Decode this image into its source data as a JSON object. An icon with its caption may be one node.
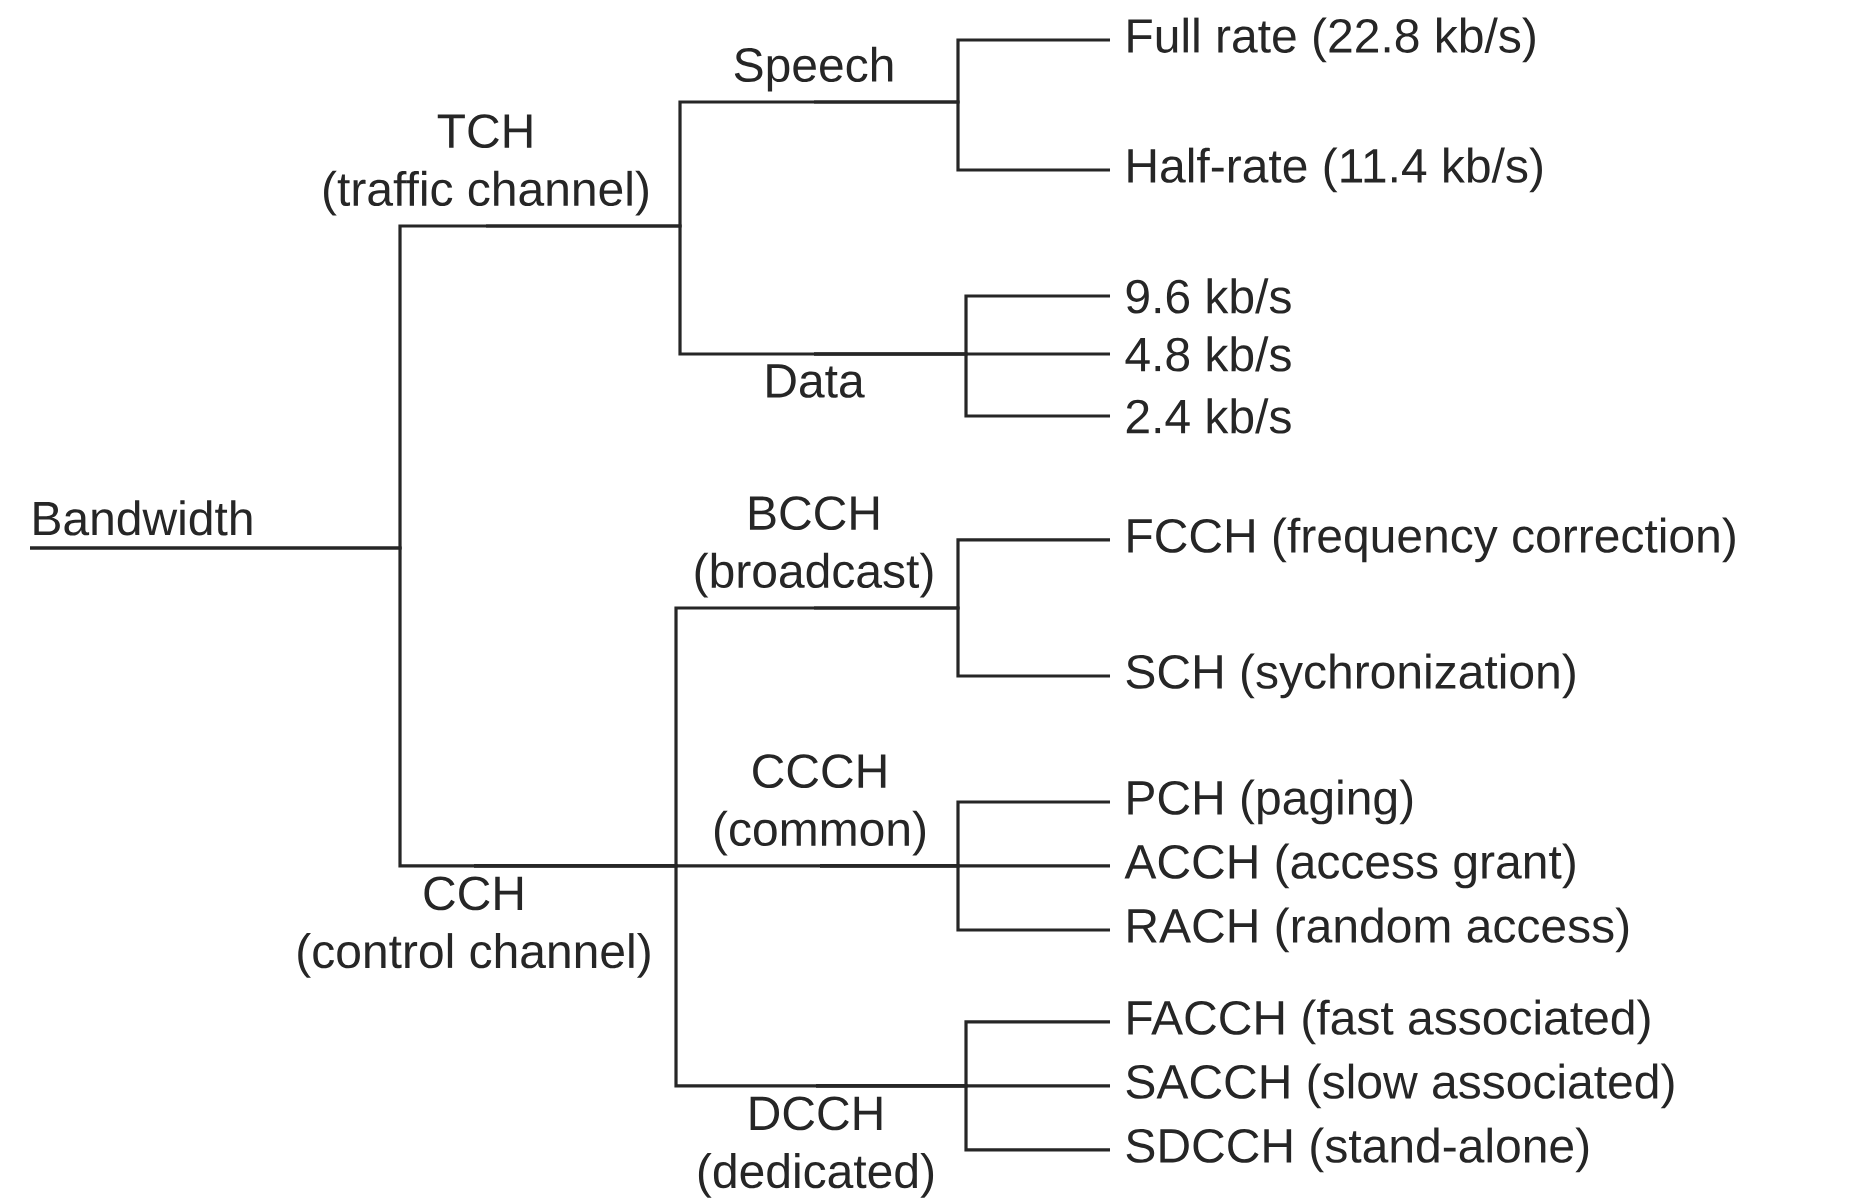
{
  "diagram": {
    "nodes": [
      {
        "text": [
          "Bandwidth"
        ]
      },
      {
        "text": [
          "TCH",
          "(traffic channel)"
        ]
      },
      {
        "text": [
          "Speech"
        ]
      },
      {
        "text": [
          "Full rate (22.8 kb/s)"
        ]
      },
      {
        "text": [
          "Half-rate (11.4 kb/s)"
        ]
      },
      {
        "text": [
          "Data"
        ]
      },
      {
        "text": [
          "9.6 kb/s"
        ]
      },
      {
        "text": [
          "4.8 kb/s"
        ]
      },
      {
        "text": [
          "2.4 kb/s"
        ]
      },
      {
        "text": [
          "CCH",
          "(control channel)"
        ]
      },
      {
        "text": [
          "BCCH",
          "(broadcast)"
        ]
      },
      {
        "text": [
          "FCCH (frequency correction)"
        ]
      },
      {
        "text": [
          "SCH (sychronization)"
        ]
      },
      {
        "text": [
          "CCCH",
          "(common)"
        ]
      },
      {
        "text": [
          "PCH (paging)"
        ]
      },
      {
        "text": [
          "ACCH (access grant)"
        ]
      },
      {
        "text": [
          "RACH (random access)"
        ]
      },
      {
        "text": [
          "DCCH",
          "(dedicated)"
        ]
      },
      {
        "text": [
          "FACCH (fast associated)"
        ]
      },
      {
        "text": [
          "SACCH (slow associated)"
        ]
      },
      {
        "text": [
          "SDCCH (stand-alone)"
        ]
      }
    ],
    "edges": [
      {
        "from": 0,
        "to": 1,
        "arrow": "none"
      },
      {
        "from": 0,
        "to": 9,
        "arrow": "none"
      },
      {
        "from": 1,
        "to": 2,
        "arrow": "none"
      },
      {
        "from": 1,
        "to": 5,
        "arrow": "none"
      },
      {
        "from": 2,
        "to": 3,
        "arrow": "none"
      },
      {
        "from": 2,
        "to": 4,
        "arrow": "none"
      },
      {
        "from": 5,
        "to": 6,
        "arrow": "none"
      },
      {
        "from": 5,
        "to": 7,
        "arrow": "none"
      },
      {
        "from": 5,
        "to": 8,
        "arrow": "none"
      },
      {
        "from": 9,
        "to": 10,
        "arrow": "none"
      },
      {
        "from": 9,
        "to": 13,
        "arrow": "none"
      },
      {
        "from": 9,
        "to": 17,
        "arrow": "none"
      },
      {
        "from": 10,
        "to": 11,
        "arrow": "none"
      },
      {
        "from": 10,
        "to": 12,
        "arrow": "none"
      },
      {
        "from": 13,
        "to": 14,
        "arrow": "none"
      },
      {
        "from": 13,
        "to": 15,
        "arrow": "none"
      },
      {
        "from": 13,
        "to": 16,
        "arrow": "none"
      },
      {
        "from": 17,
        "to": 18,
        "arrow": "none"
      },
      {
        "from": 17,
        "to": 19,
        "arrow": "none"
      },
      {
        "from": 17,
        "to": 20,
        "arrow": "none"
      }
    ]
  }
}
